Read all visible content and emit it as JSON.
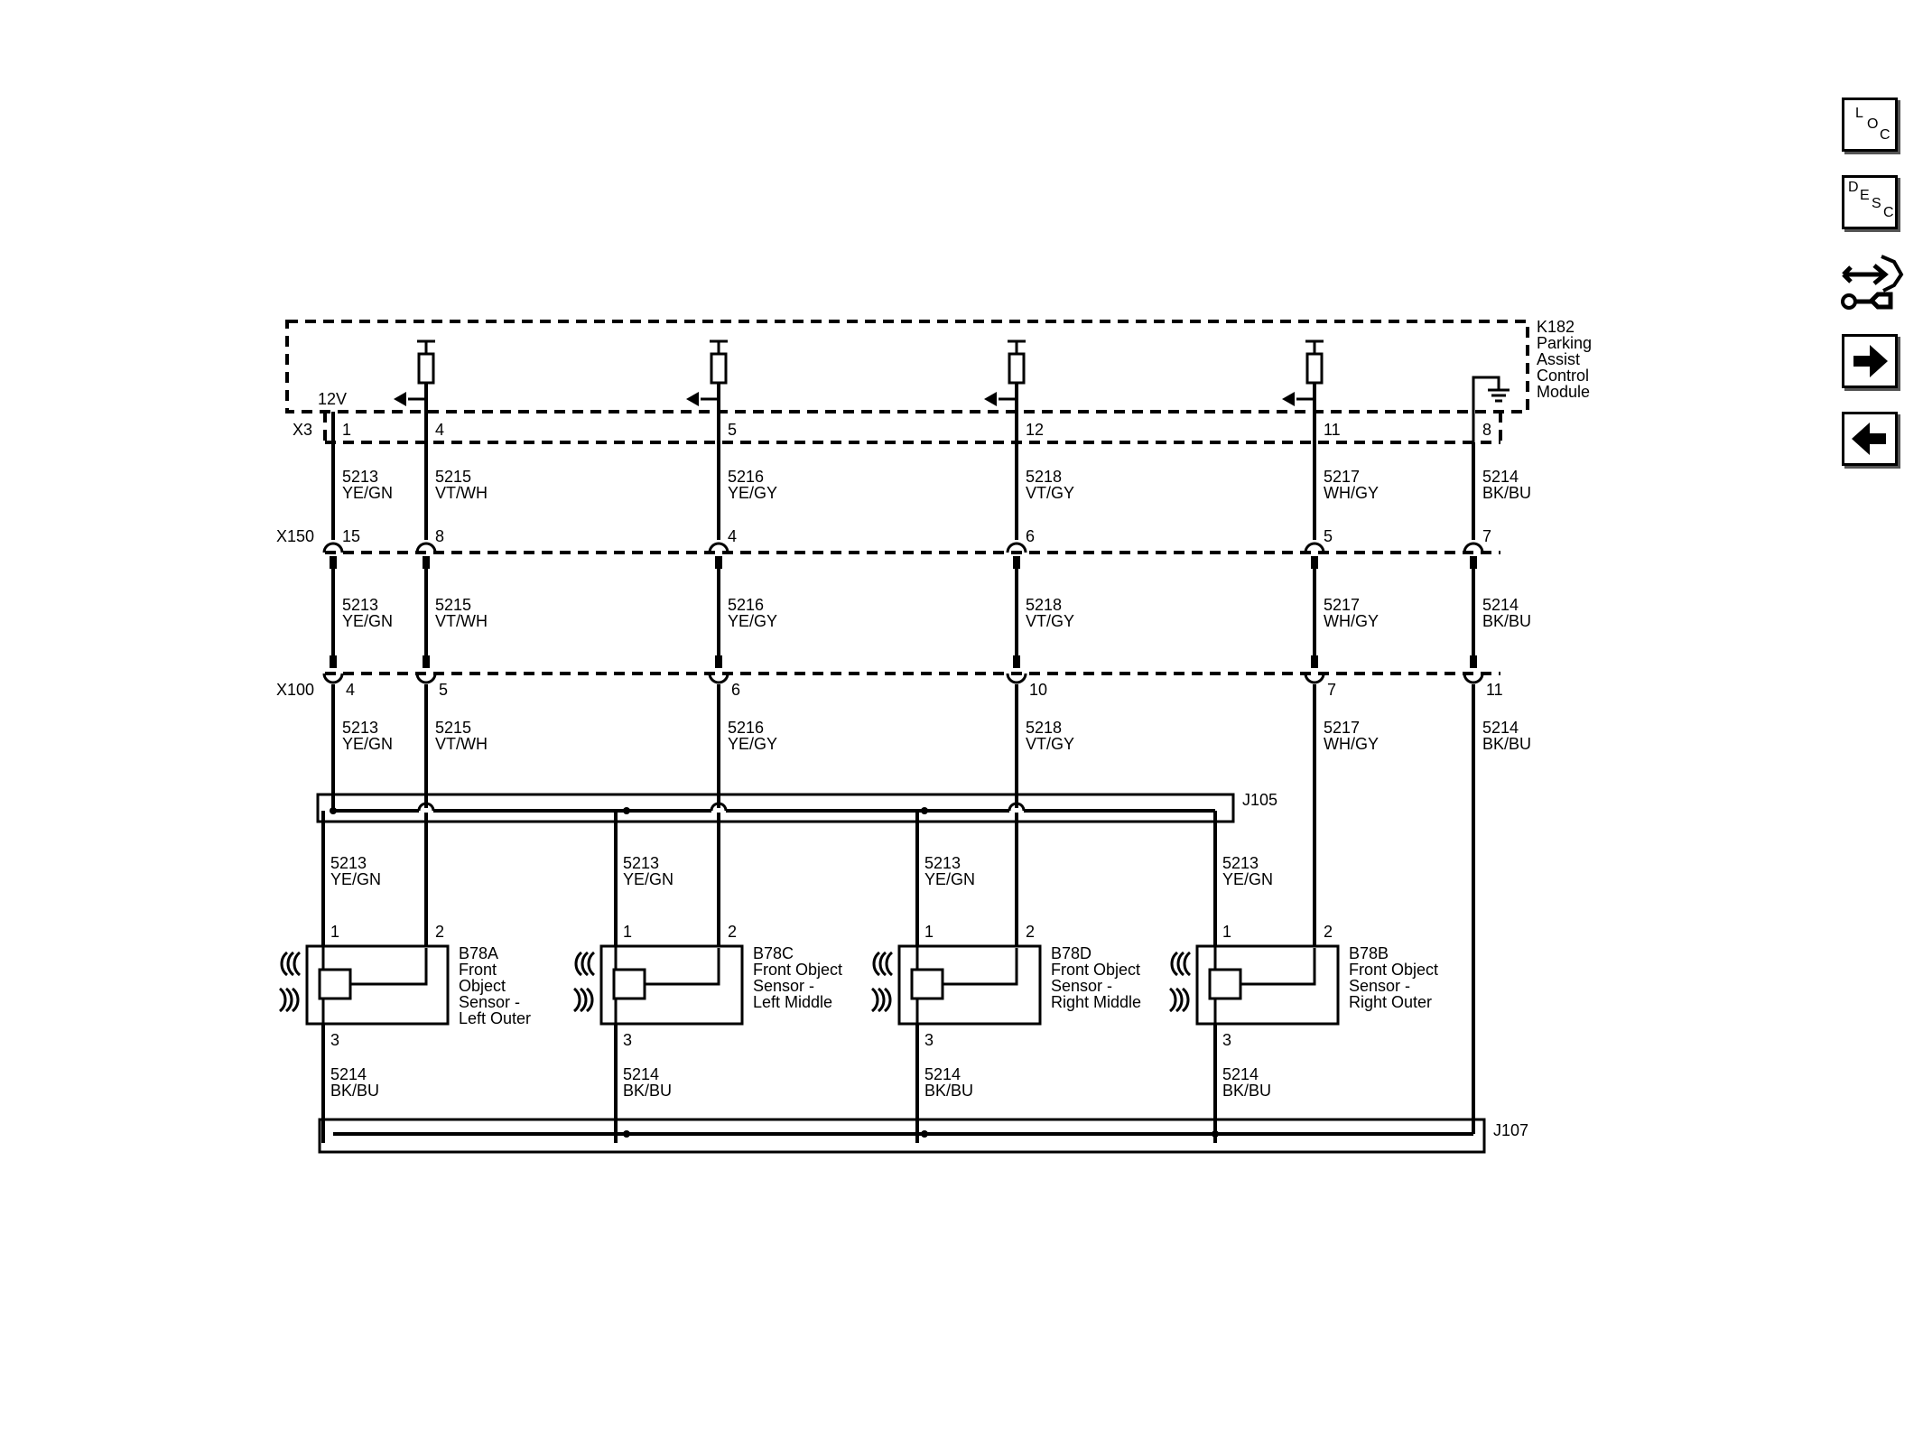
{
  "module": {
    "ref": "K182",
    "name_lines": [
      "Parking",
      "Assist",
      "Control",
      "Module"
    ],
    "supply": "12V"
  },
  "connectors": {
    "x3": "X3",
    "x150": "X150",
    "x100": "X100",
    "j105": "J105",
    "j107": "J107"
  },
  "columns": [
    {
      "x3_pin": "1",
      "x150_pin": "15",
      "x100_pin": "4",
      "circuit": "5213",
      "color": "YE/GN"
    },
    {
      "x3_pin": "4",
      "x150_pin": "8",
      "x100_pin": "5",
      "circuit": "5215",
      "color": "VT/WH"
    },
    {
      "x3_pin": "5",
      "x150_pin": "4",
      "x100_pin": "6",
      "circuit": "5216",
      "color": "YE/GY"
    },
    {
      "x3_pin": "12",
      "x150_pin": "6",
      "x100_pin": "10",
      "circuit": "5218",
      "color": "VT/GY"
    },
    {
      "x3_pin": "11",
      "x150_pin": "5",
      "x100_pin": "7",
      "circuit": "5217",
      "color": "WH/GY"
    },
    {
      "x3_pin": "8",
      "x150_pin": "7",
      "x100_pin": "11",
      "circuit": "5214",
      "color": "BK/BU"
    }
  ],
  "sensors": [
    {
      "ref": "B78A",
      "name_lines": [
        "Front",
        "Object",
        "Sensor -",
        "Left Outer"
      ],
      "pin1": "1",
      "pin2": "2",
      "pin3": "3",
      "supply_circuit": "5213",
      "supply_color": "YE/GN",
      "ground_circuit": "5214",
      "ground_color": "BK/BU"
    },
    {
      "ref": "B78C",
      "name_lines": [
        "Front Object",
        "Sensor -",
        "Left Middle"
      ],
      "pin1": "1",
      "pin2": "2",
      "pin3": "3",
      "supply_circuit": "5213",
      "supply_color": "YE/GN",
      "ground_circuit": "5214",
      "ground_color": "BK/BU"
    },
    {
      "ref": "B78D",
      "name_lines": [
        "Front Object",
        "Sensor -",
        "Right Middle"
      ],
      "pin1": "1",
      "pin2": "2",
      "pin3": "3",
      "supply_circuit": "5213",
      "supply_color": "YE/GN",
      "ground_circuit": "5214",
      "ground_color": "BK/BU"
    },
    {
      "ref": "B78B",
      "name_lines": [
        "Front Object",
        "Sensor -",
        "Right Outer"
      ],
      "pin1": "1",
      "pin2": "2",
      "pin3": "3",
      "supply_circuit": "5213",
      "supply_color": "YE/GN",
      "ground_circuit": "5214",
      "ground_color": "BK/BU"
    }
  ],
  "nav": {
    "loc": [
      "L",
      "O",
      "C"
    ],
    "desc": [
      "D",
      "E",
      "S",
      "C"
    ],
    "icons": [
      "connector-wrench-icon",
      "arrow-right-icon",
      "arrow-left-icon"
    ]
  }
}
